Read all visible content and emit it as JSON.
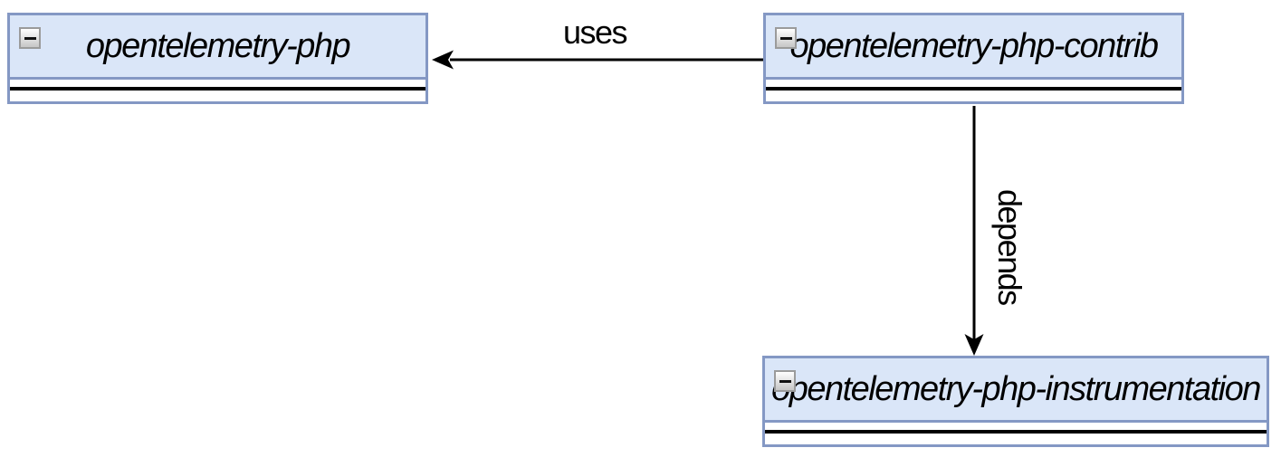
{
  "diagram": {
    "background_color": "#ffffff",
    "node_fill_color": "#dae6f8",
    "node_border_color": "#8498c4",
    "edge_color": "#000000",
    "nodes": [
      {
        "label": "opentelemetry-php",
        "collapse_icon": "minus-icon",
        "collapsed": false
      },
      {
        "label": "opentelemetry-php-contrib",
        "collapse_icon": "minus-icon",
        "collapsed": false
      },
      {
        "label": "opentelemetry-php-instrumentation",
        "collapse_icon": "minus-icon",
        "collapsed": false
      }
    ],
    "edges": [
      {
        "label": "uses",
        "from": "opentelemetry-php-contrib",
        "to": "opentelemetry-php",
        "arrow_direction": "left"
      },
      {
        "label": "depends",
        "from": "opentelemetry-php-contrib",
        "to": "opentelemetry-php-instrumentation",
        "arrow_direction": "down"
      }
    ]
  }
}
